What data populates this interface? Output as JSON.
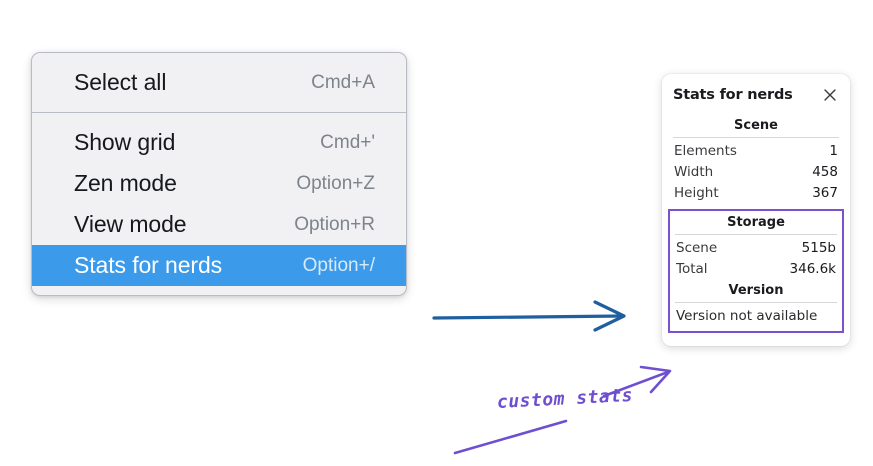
{
  "context_menu": {
    "sections": [
      {
        "items": [
          {
            "label": "Select all",
            "shortcut": "Cmd+A",
            "selected": false
          }
        ]
      },
      {
        "items": [
          {
            "label": "Show grid",
            "shortcut": "Cmd+'",
            "selected": false
          },
          {
            "label": "Zen mode",
            "shortcut": "Option+Z",
            "selected": false
          },
          {
            "label": "View mode",
            "shortcut": "Option+R",
            "selected": false
          },
          {
            "label": "Stats for nerds",
            "shortcut": "Option+/",
            "selected": true
          }
        ]
      }
    ],
    "selected_color": "#3c9aeb"
  },
  "stats_panel": {
    "title": "Stats for nerds",
    "close_icon": "close-icon",
    "scene": {
      "heading": "Scene",
      "rows": [
        {
          "key": "Elements",
          "value": "1"
        },
        {
          "key": "Width",
          "value": "458"
        },
        {
          "key": "Height",
          "value": "367"
        }
      ]
    },
    "storage": {
      "heading": "Storage",
      "rows": [
        {
          "key": "Scene",
          "value": "515b"
        },
        {
          "key": "Total",
          "value": "346.6k"
        }
      ]
    },
    "version": {
      "heading": "Version",
      "text": "Version not available"
    },
    "highlight_color": "#7a52cf"
  },
  "annotations": {
    "blue_arrow_color": "#1f5fa0",
    "purple_color": "#6f4fd0",
    "custom_stats_label": "custom stats"
  }
}
